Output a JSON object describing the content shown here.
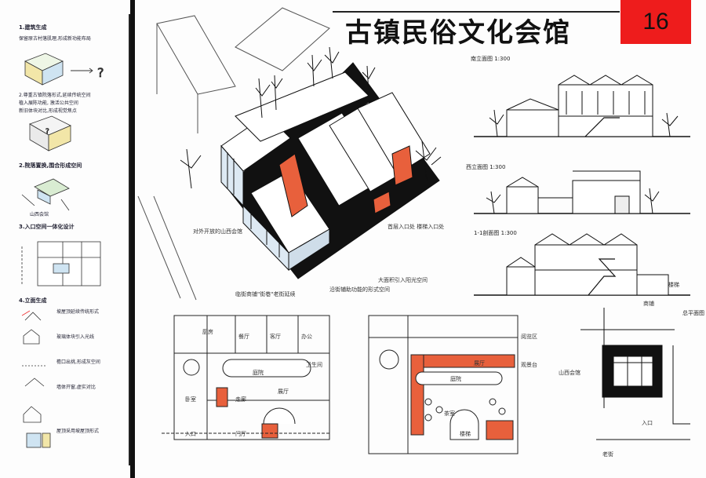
{
  "poster": {
    "title": "古镇民俗文化会馆",
    "number": "16"
  },
  "left_notes": [
    {
      "text": "1.建筑生成",
      "style": "h"
    },
    {
      "text": "保留原古村落肌理,形成新功能布局",
      "style": ""
    },
    {
      "text": "2.尊重古镇院落形式,延续传统空间",
      "style": ""
    },
    {
      "text": "植入展陈功能, 激活公共空间",
      "style": ""
    },
    {
      "text": "新旧体块对比,形成视觉焦点",
      "style": ""
    },
    {
      "text": "2.院落置换,围合形成空间",
      "style": "h"
    },
    {
      "text": "山西会馆",
      "style": ""
    },
    {
      "text": "3.入口空间一体化设计",
      "style": "h"
    },
    {
      "text": "4.立面生成",
      "style": "h"
    },
    {
      "text": "坡屋顶延续传统形式",
      "style": ""
    },
    {
      "text": "玻璃体块引入光线",
      "style": ""
    },
    {
      "text": "檐口出挑,形成灰空间",
      "style": ""
    },
    {
      "text": "墙体开窗,虚实对比",
      "style": ""
    },
    {
      "text": "屋顶采用坡屋顶形式",
      "style": ""
    }
  ],
  "annotations": {
    "entry_west": "对外开放的山西会馆",
    "street_facing": "临街商铺\"街巷\"老街延续",
    "courtyard": "沿街辅助功能的形式空间",
    "main_entry": "大面积引入阳光空间",
    "stair_note": "首层入口处 楼梯入口处"
  },
  "elevations": [
    {
      "label": "南立面图 1:300"
    },
    {
      "label": "西立面图 1:300"
    },
    {
      "label": "1-1剖面图 1:300"
    },
    {
      "label": "总平面图"
    }
  ],
  "elev_tags": {
    "stair": "楼梯",
    "shop": "商铺",
    "shanxi": "山西会馆",
    "entry": "入口",
    "street": "老街"
  },
  "plan1_rooms": [
    "厨房",
    "卧室",
    "客厅",
    "餐厅",
    "庭院",
    "展厅",
    "办公",
    "入口",
    "门厅",
    "卫生间",
    "走廊"
  ],
  "plan2_rooms": [
    "庭院",
    "茶室",
    "展厅",
    "阅览区",
    "观景台",
    "楼梯"
  ]
}
